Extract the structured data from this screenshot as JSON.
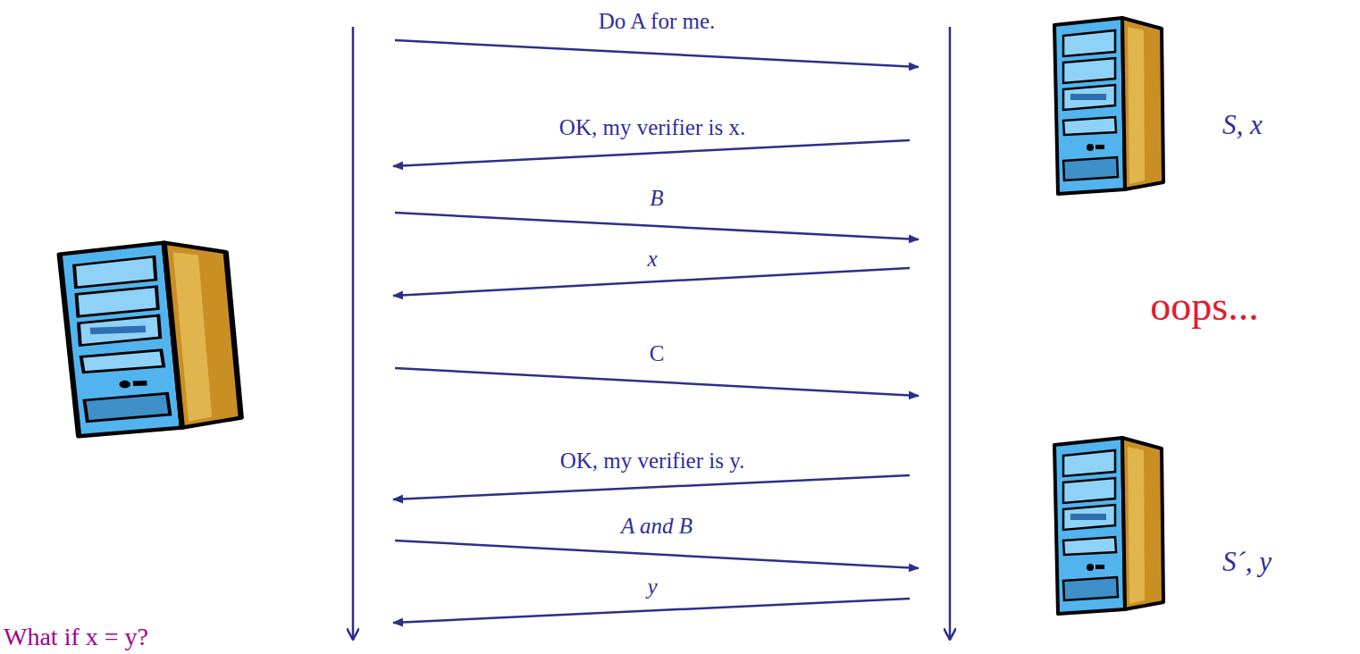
{
  "diagram": {
    "labels": [
      "Do A for me.",
      "OK, my verifier is x.",
      "B",
      "x",
      "C",
      "OK, my verifier is y.",
      "A and B",
      "y",
      "S, x",
      "oops...",
      "S´, y",
      "What if x = y?"
    ]
  }
}
